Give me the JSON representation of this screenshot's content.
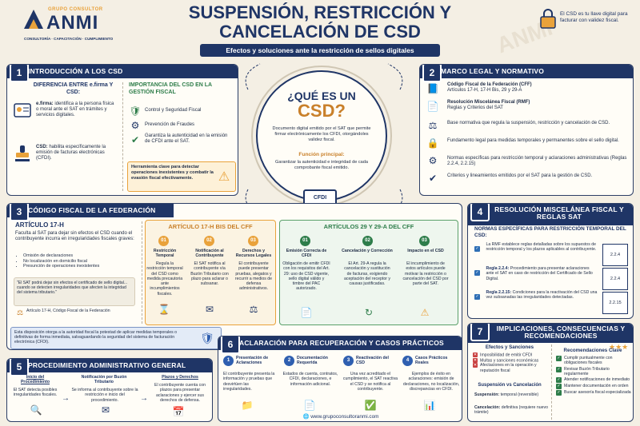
{
  "logo": {
    "brand": "ANMI",
    "group": "GRUPO CONSULTOR",
    "tagline": "CONSULTORÍA · CAPACITACIÓN · CUMPLIMIENTO"
  },
  "title": {
    "line1": "SUSPENSIÓN, RESTRICCIÓN Y",
    "line2": "CANCELACIÓN DE CSD",
    "subtitle": "Efectos y soluciones ante la restricción de sellos digitales"
  },
  "top_note": "El CSD es tu llave digital para facturar con validez fiscal.",
  "watermark": "ANMI",
  "s1": {
    "num": "1",
    "title": "INTRODUCCIÓN A LOS CSD",
    "diff_title": "DIFERENCIA ENTRE e.firma Y CSD:",
    "efirma_b": "e.firma:",
    "efirma_t": " identifica a la persona física o moral ante el SAT en trámites y servicios digitales.",
    "csd_b": "CSD:",
    "csd_t": " habilita específicamente la emisión de facturas electrónicas (CFDI).",
    "imp_title": "IMPORTANCIA DEL CSD EN LA GESTIÓN FISCAL",
    "items": [
      "Control y Seguridad Fiscal",
      "Prevención de Fraudes",
      "Garantiza la autenticidad en la emisión de CFDI ante el SAT."
    ],
    "note": "Herramienta clave para detectar operaciones inexistentes y combatir la evasión fiscal efectivamente."
  },
  "center": {
    "title": "¿QUÉ ES UN",
    "title2": "CSD?",
    "desc": "Documento digital emitido por el SAT que permite firmar electrónicamente los CFDI, otorgándoles validez fiscal.",
    "func_title": "Función principal:",
    "func": "Garantizar la autenticidad e integridad de cada comprobante fiscal emitido.",
    "laptop": "CFDI"
  },
  "s2": {
    "num": "2",
    "title": "MARCO LEGAL Y NORMATIVO",
    "items": [
      {
        "b": "Código Fiscal de la Federación (CFF)",
        "t": "Artículos 17-H, 17-H Bis, 29 y 29-A"
      },
      {
        "b": "Resolución Miscelánea Fiscal (RMF)",
        "t": "Reglas y Criterios del SAT"
      },
      {
        "b": "",
        "t": "Base normativa que regula la suspensión, restricción y cancelación de CSD."
      },
      {
        "b": "",
        "t": "Fundamento legal para medidas temporales y permanentes sobre el sello digital."
      },
      {
        "b": "",
        "t": "Normas específicas para restricción temporal y aclaraciones administrativas (Reglas 2.2.4, 2.2.15)"
      },
      {
        "b": "",
        "t": "Criterios y lineamientos emitidos por el SAT para la gestión de CSD."
      }
    ]
  },
  "s3": {
    "num": "3",
    "title": "CÓDIGO FISCAL DE LA FEDERACIÓN",
    "art17h": "ARTÍCULO 17-H",
    "art17h_intro": "Faculta al SAT para dejar sin efectos el CSD cuando el contribuyente incurra en irregularidades fiscales graves:",
    "art17h_list": [
      "Omisión de declaraciones",
      "No localización en domicilio fiscal",
      "Presunción de operaciones inexistentes"
    ],
    "quote": "\"El SAT podrá dejar sin efectos el certificado de sello digital... cuando se detecten irregularidades que afecten la integridad del sistema tributario.\"",
    "quote_ref": "Artículo 17-H, Código Fiscal de la Federación",
    "bottom": "Esta disposición otorga a la autoridad fiscal la potestad de aplicar medidas temporales o definitivas de forma inmediata, salvaguardando la seguridad del sistema de facturación electrónica (CFDI).",
    "bis_title": "ARTÍCULO 17-H BIS DEL CFF",
    "bis": [
      {
        "n": "01",
        "t": "Restricción Temporal",
        "d": "Regula la restricción temporal del CSD como medida precautoria ante incumplimientos fiscales."
      },
      {
        "n": "02",
        "t": "Notificación al Contribuyente",
        "d": "El SAT notifica al contribuyente vía Buzón Tributario con plazo para aclarar o subsanar."
      },
      {
        "n": "03",
        "t": "Derechos y Recursos Legales",
        "d": "El contribuyente puede presentar pruebas, alegatos y recurrir a medios de defensa administrativos."
      }
    ],
    "art29_title": "ARTÍCULOS 29 Y 29-A DEL CFF",
    "art29": [
      {
        "n": "01",
        "t": "Emisión Correcta de CFDI",
        "d": "Obligación de emitir CFDI con los requisitos del Art. 29: uso de CSD vigente, sello digital válido y timbre del PAC autorizado."
      },
      {
        "n": "02",
        "t": "Cancelación y Corrección",
        "d": "El Art. 29-A regula la cancelación y sustitución de facturas, exigiendo aceptación del receptor y causas justificadas."
      },
      {
        "n": "03",
        "t": "Impacto en el CSD",
        "d": "El incumplimiento de estos artículos puede motivar la restricción o cancelación del CSD por parte del SAT."
      }
    ]
  },
  "s4": {
    "num": "4",
    "title": "RESOLUCIÓN MISCELÁNEA FISCAL Y REGLAS SAT",
    "sub": "NORMAS ESPECÍFICAS PARA RESTRICCIÓN TEMPORAL DEL CSD:",
    "items": [
      {
        "b": "",
        "t": "La RMF establece reglas detalladas sobre los supuestos de restricción temporal y los plazos aplicables al contribuyente.",
        "doc": "2.2.4"
      },
      {
        "b": "Regla 2.2.4:",
        "t": " Procedimiento para presentar aclaraciones ante el SAT en caso de restricción del Certificado de Sello Digital.",
        "doc": "2.2.4"
      },
      {
        "b": "Regla 2.2.15:",
        "t": " Condiciones para la reactivación del CSD una vez subsanadas las irregularidades detectadas.",
        "doc": "2.2.15"
      }
    ]
  },
  "s5": {
    "num": "5",
    "title": "PROCEDIMIENTO ADMINISTRATIVO GENERAL",
    "steps": [
      {
        "t": "Inicio del Procedimiento",
        "d": "El SAT detecta posibles irregularidades fiscales."
      },
      {
        "t": "Notificación por Buzón Tributario",
        "d": "Se informa al contribuyente sobre la restricción e inicio del procedimiento."
      },
      {
        "t": "Plazos y Derechos",
        "d": "El contribuyente cuenta con plazos para presentar aclaraciones y ejercer sus derechos de defensa."
      }
    ]
  },
  "s6": {
    "num": "6",
    "title": "ACLARACIÓN PARA RECUPERACIÓN Y CASOS PRÁCTICOS",
    "steps": [
      {
        "n": "1",
        "t": "Presentación de Aclaraciones",
        "d": "El contribuyente presenta la información y pruebas que desvirtúen las irregularidades."
      },
      {
        "n": "2",
        "t": "Documentación Requerida",
        "d": "Estados de cuenta, contratos, CFDI, declaraciones, e información adicional."
      },
      {
        "n": "3",
        "t": "Reactivación del CSD",
        "d": "Una vez acreditado el cumplimiento, el SAT reactiva el CSD y se notifica al contribuyente."
      },
      {
        "n": "4",
        "t": "Casos Prácticos Reales",
        "d": "Ejemplos de éxito en aclaraciones: emisión de declaraciones, no localización, discrepancias en CFDI."
      }
    ],
    "website": "www.grupoconsultoranmi.com"
  },
  "s7": {
    "num": "7",
    "title": "IMPLICACIONES, CONSECUENCIAS Y RECOMENDACIONES",
    "effects_title": "Efectos y Sanciones",
    "effects": [
      "Imposibilidad de emitir CFDI",
      "Multas y sanciones económicas",
      "Afectaciones en la operación y reputación fiscal"
    ],
    "svc_title": "Suspensión vs Cancelación",
    "svc": [
      {
        "b": "Suspensión:",
        "t": " temporal (reversible)"
      },
      {
        "b": "Cancelación:",
        "t": " definitiva (requiere nuevo trámite)"
      }
    ],
    "rec_title": "Recomendaciones Clave",
    "recs": [
      "Cumplir puntualmente con obligaciones fiscales",
      "Revisar Buzón Tributario regularmente",
      "Atender notificaciones de inmediato",
      "Mantener documentación en orden",
      "Buscar asesoría fiscal especializada"
    ]
  }
}
